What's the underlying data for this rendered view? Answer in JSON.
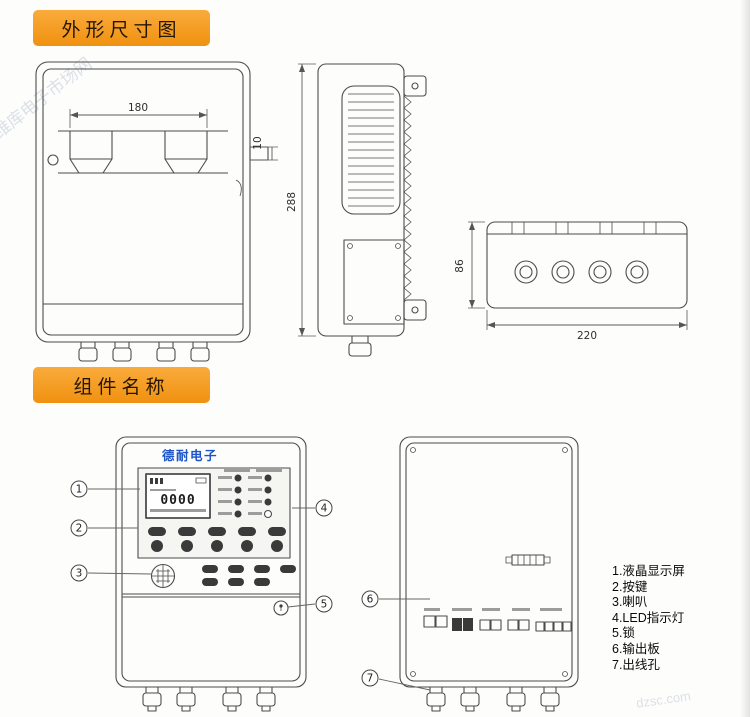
{
  "sections": {
    "dimensions_title": "外形尺寸图",
    "components_title": "组件名称"
  },
  "dimensions": {
    "front_width": "180",
    "front_tab": "10",
    "side_height": "288",
    "bottom_depth": "86",
    "bottom_width": "220"
  },
  "device": {
    "brand": "德耐电子",
    "lcd_value": "0000"
  },
  "callouts": [
    "1",
    "2",
    "3",
    "4",
    "5",
    "6",
    "7"
  ],
  "legend": {
    "items": [
      "1.液晶显示屏",
      "2.按键",
      "3.喇叭",
      "4.LED指示灯",
      "5.锁",
      "6.输出板",
      "7.出线孔"
    ]
  },
  "watermark": {
    "site_name": "维库电子市场网",
    "domain": "dzsc.com"
  }
}
